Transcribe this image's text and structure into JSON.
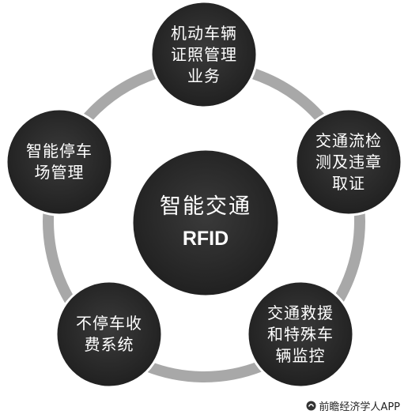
{
  "center": {
    "title": "智能交通",
    "subtitle": "RFID"
  },
  "nodes": [
    {
      "id": "top",
      "label": "机动车辆\n证照管理\n业务"
    },
    {
      "id": "right",
      "label": "交通流检\n测及违章\n取证"
    },
    {
      "id": "bottom-right",
      "label": "交通救援\n和特殊车\n辆监控"
    },
    {
      "id": "bottom-left",
      "label": "不停车收\n费系统"
    },
    {
      "id": "left",
      "label": "智能停车\n场管理"
    }
  ],
  "credit": {
    "text": "前瞻经济学人APP"
  },
  "colors": {
    "node_fill": "#2b2b2b",
    "ring": "#a8a8a8",
    "text": "#ffffff"
  }
}
